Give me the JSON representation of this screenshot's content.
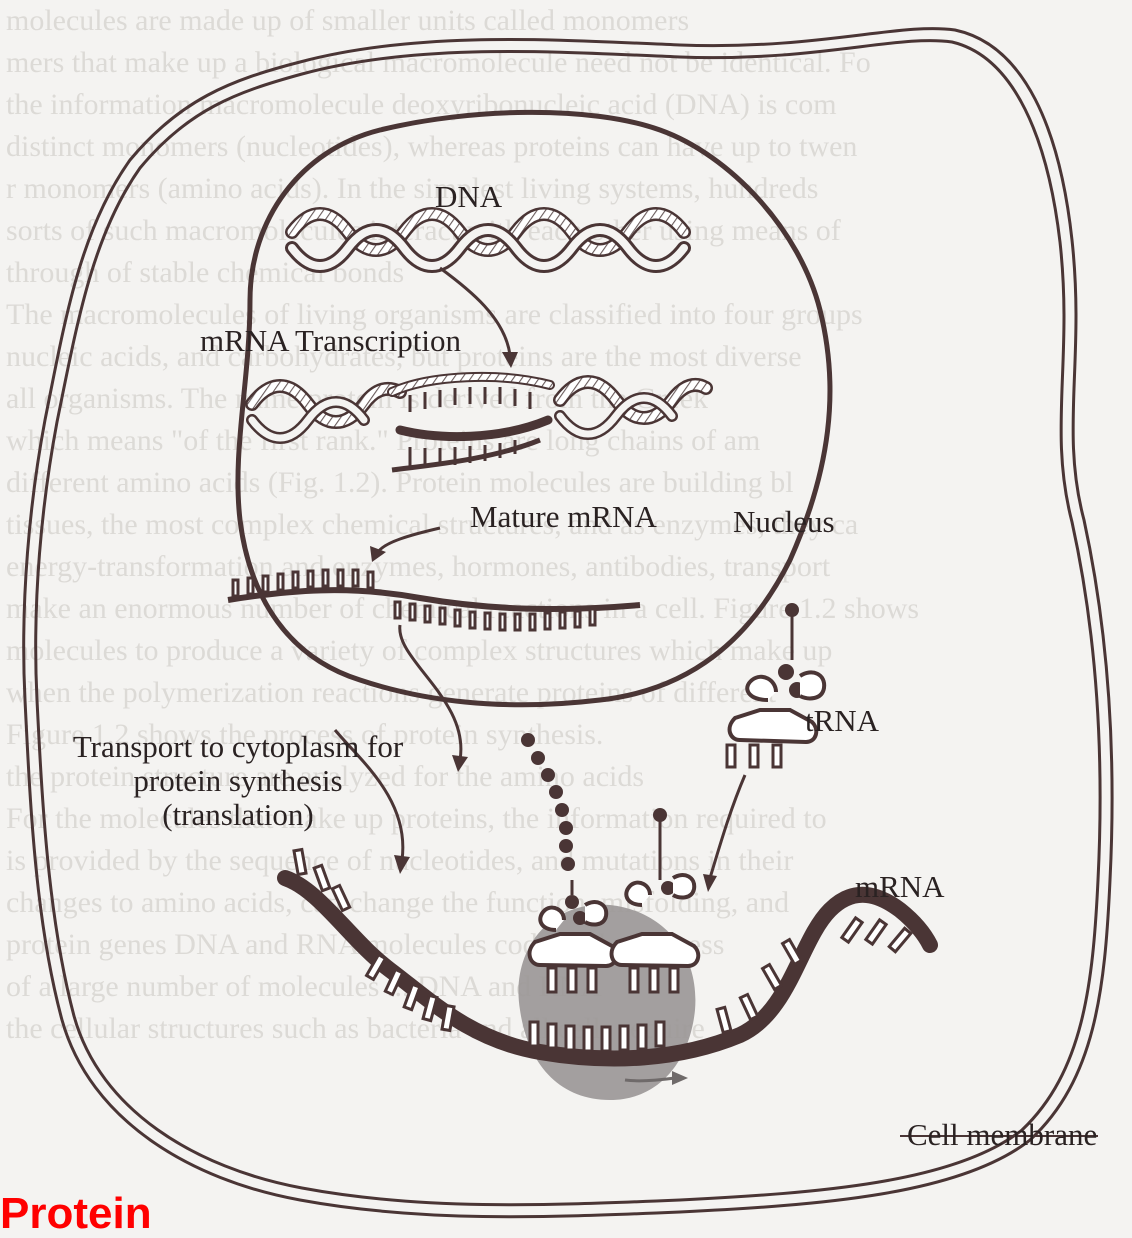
{
  "labels": {
    "dna": "DNA",
    "transcription": "mRNA Transcription",
    "mature_mrna": "Mature mRNA",
    "nucleus": "Nucleus",
    "trna": "tRNA",
    "transport_line1": "Transport to cytoplasm for",
    "transport_line2": "protein synthesis",
    "transport_line3": "(translation)",
    "mrna": "mRNA",
    "cell_membrane": "Cell membrane"
  },
  "heading": "Protein",
  "colors": {
    "ink": "#4a3535",
    "heading_red": "#ff0000",
    "ribosome": "#9a9696"
  }
}
